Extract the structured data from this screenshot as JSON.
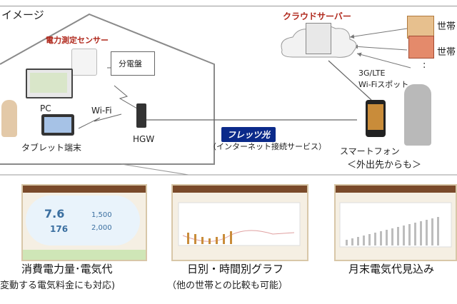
{
  "title": "イメージ",
  "house": {
    "sensor_label": "電力測定センサー",
    "panel_label": "分電盤",
    "pc_label": "PC",
    "wifi_label": "Wi-Fi",
    "hgw_label": "HGW",
    "tablet_label": "タブレット端末"
  },
  "network": {
    "flets_logo": "フレッツ光",
    "flets_caption": "（インターネット接続サービス）"
  },
  "cloud": {
    "server_label": "クラウドサーバー",
    "mobile_line1": "3G/LTE",
    "mobile_line2": "Wi-Fiスポット",
    "household1": "世帯",
    "household2": "世帯",
    "ellipsis": ":"
  },
  "phone": {
    "label": "スマートフォン",
    "sub_label": "＜外出先からも＞"
  },
  "screens": [
    {
      "caption": "消費電力量･電気代",
      "sub": "変動する電気料金にも対応)",
      "value_today": "7.6",
      "value_month": "1,500",
      "value_day": "176",
      "value_month2": "2,000"
    },
    {
      "caption": "日別・時間別グラフ",
      "sub": "（他の世帯との比較も可能）"
    },
    {
      "caption": "月末電気代見込み",
      "sub": ""
    }
  ],
  "colors": {
    "house_line": "#8a8a8a",
    "accent_red": "#b0281c",
    "flets_blue": "#0b2a8a",
    "screen_bg": "#f5efe3",
    "screen_header": "#7a4a2a"
  }
}
